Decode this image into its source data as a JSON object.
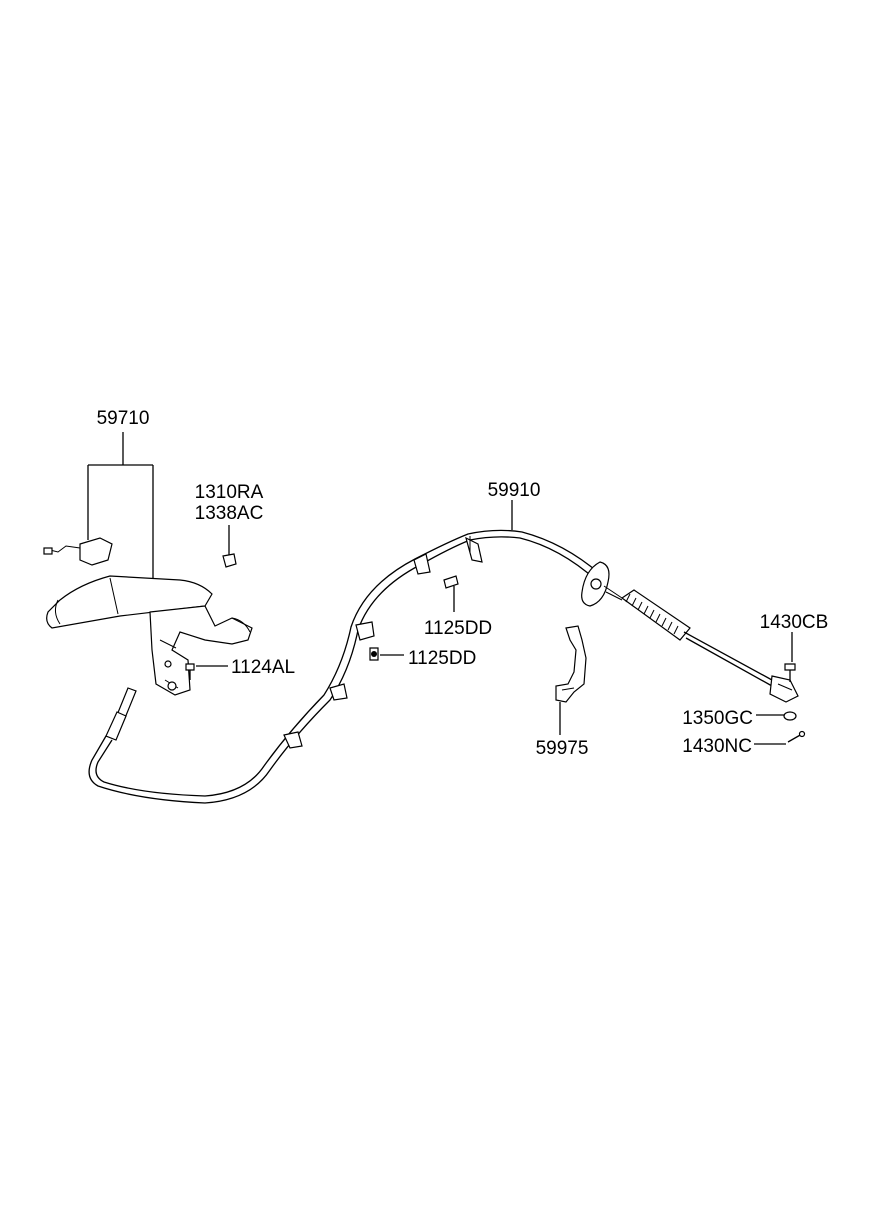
{
  "diagram": {
    "labels": {
      "lever_assembly": "59710",
      "screw_top": "1310RA",
      "screw_bottom": "1338AC",
      "lever_bolt": "1124AL",
      "cable_assembly": "59910",
      "bolt_upper": "1125DD",
      "bolt_lower": "1125DD",
      "bracket": "59975",
      "clevis_pin": "1430CB",
      "washer": "1350GC",
      "cotter_pin": "1430NC"
    }
  }
}
